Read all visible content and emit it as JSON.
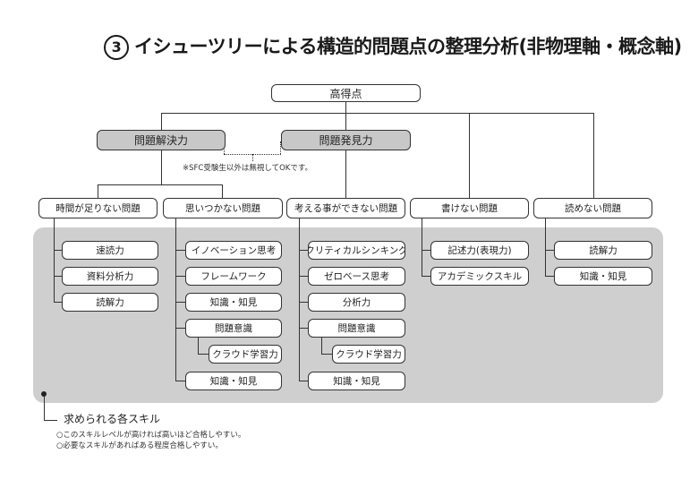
{
  "title": {
    "number": "3",
    "text": "イシューツリーによる構造的問題点の整理分析(非物理軸・概念軸)"
  },
  "root": "高得点",
  "level1": {
    "left": "問題解決力",
    "right": "問題発見力"
  },
  "note": "※SFC受験生以外は無視してOKです。",
  "problems": [
    "時間が足りない問題",
    "思いつかない問題",
    "考える事ができない問題",
    "書けない問題",
    "読めない問題"
  ],
  "skills": {
    "col1": [
      "速読力",
      "資料分析力",
      "読解力"
    ],
    "col2": [
      "イノベーション思考",
      "フレームワーク",
      "知識・知見",
      "問題意識",
      "クラウド学習力",
      "知識・知見"
    ],
    "col3": [
      "クリティカルシンキング",
      "ゼロベース思考",
      "分析力",
      "問題意識",
      "クラウド学習力",
      "知識・知見"
    ],
    "col4": [
      "記述力(表現力)",
      "アカデミックスキル"
    ],
    "col5": [
      "読解力",
      "知識・知見"
    ]
  },
  "legend": {
    "title": "求められる各スキル",
    "lines": [
      "○このスキルレベルが高ければ高いほど合格しやすい。",
      "○必要なスキルがあればある程度合格しやすい。"
    ]
  },
  "colors": {
    "skill_area": "#cfcfcf",
    "level1_fill": "#c8c8c8"
  }
}
